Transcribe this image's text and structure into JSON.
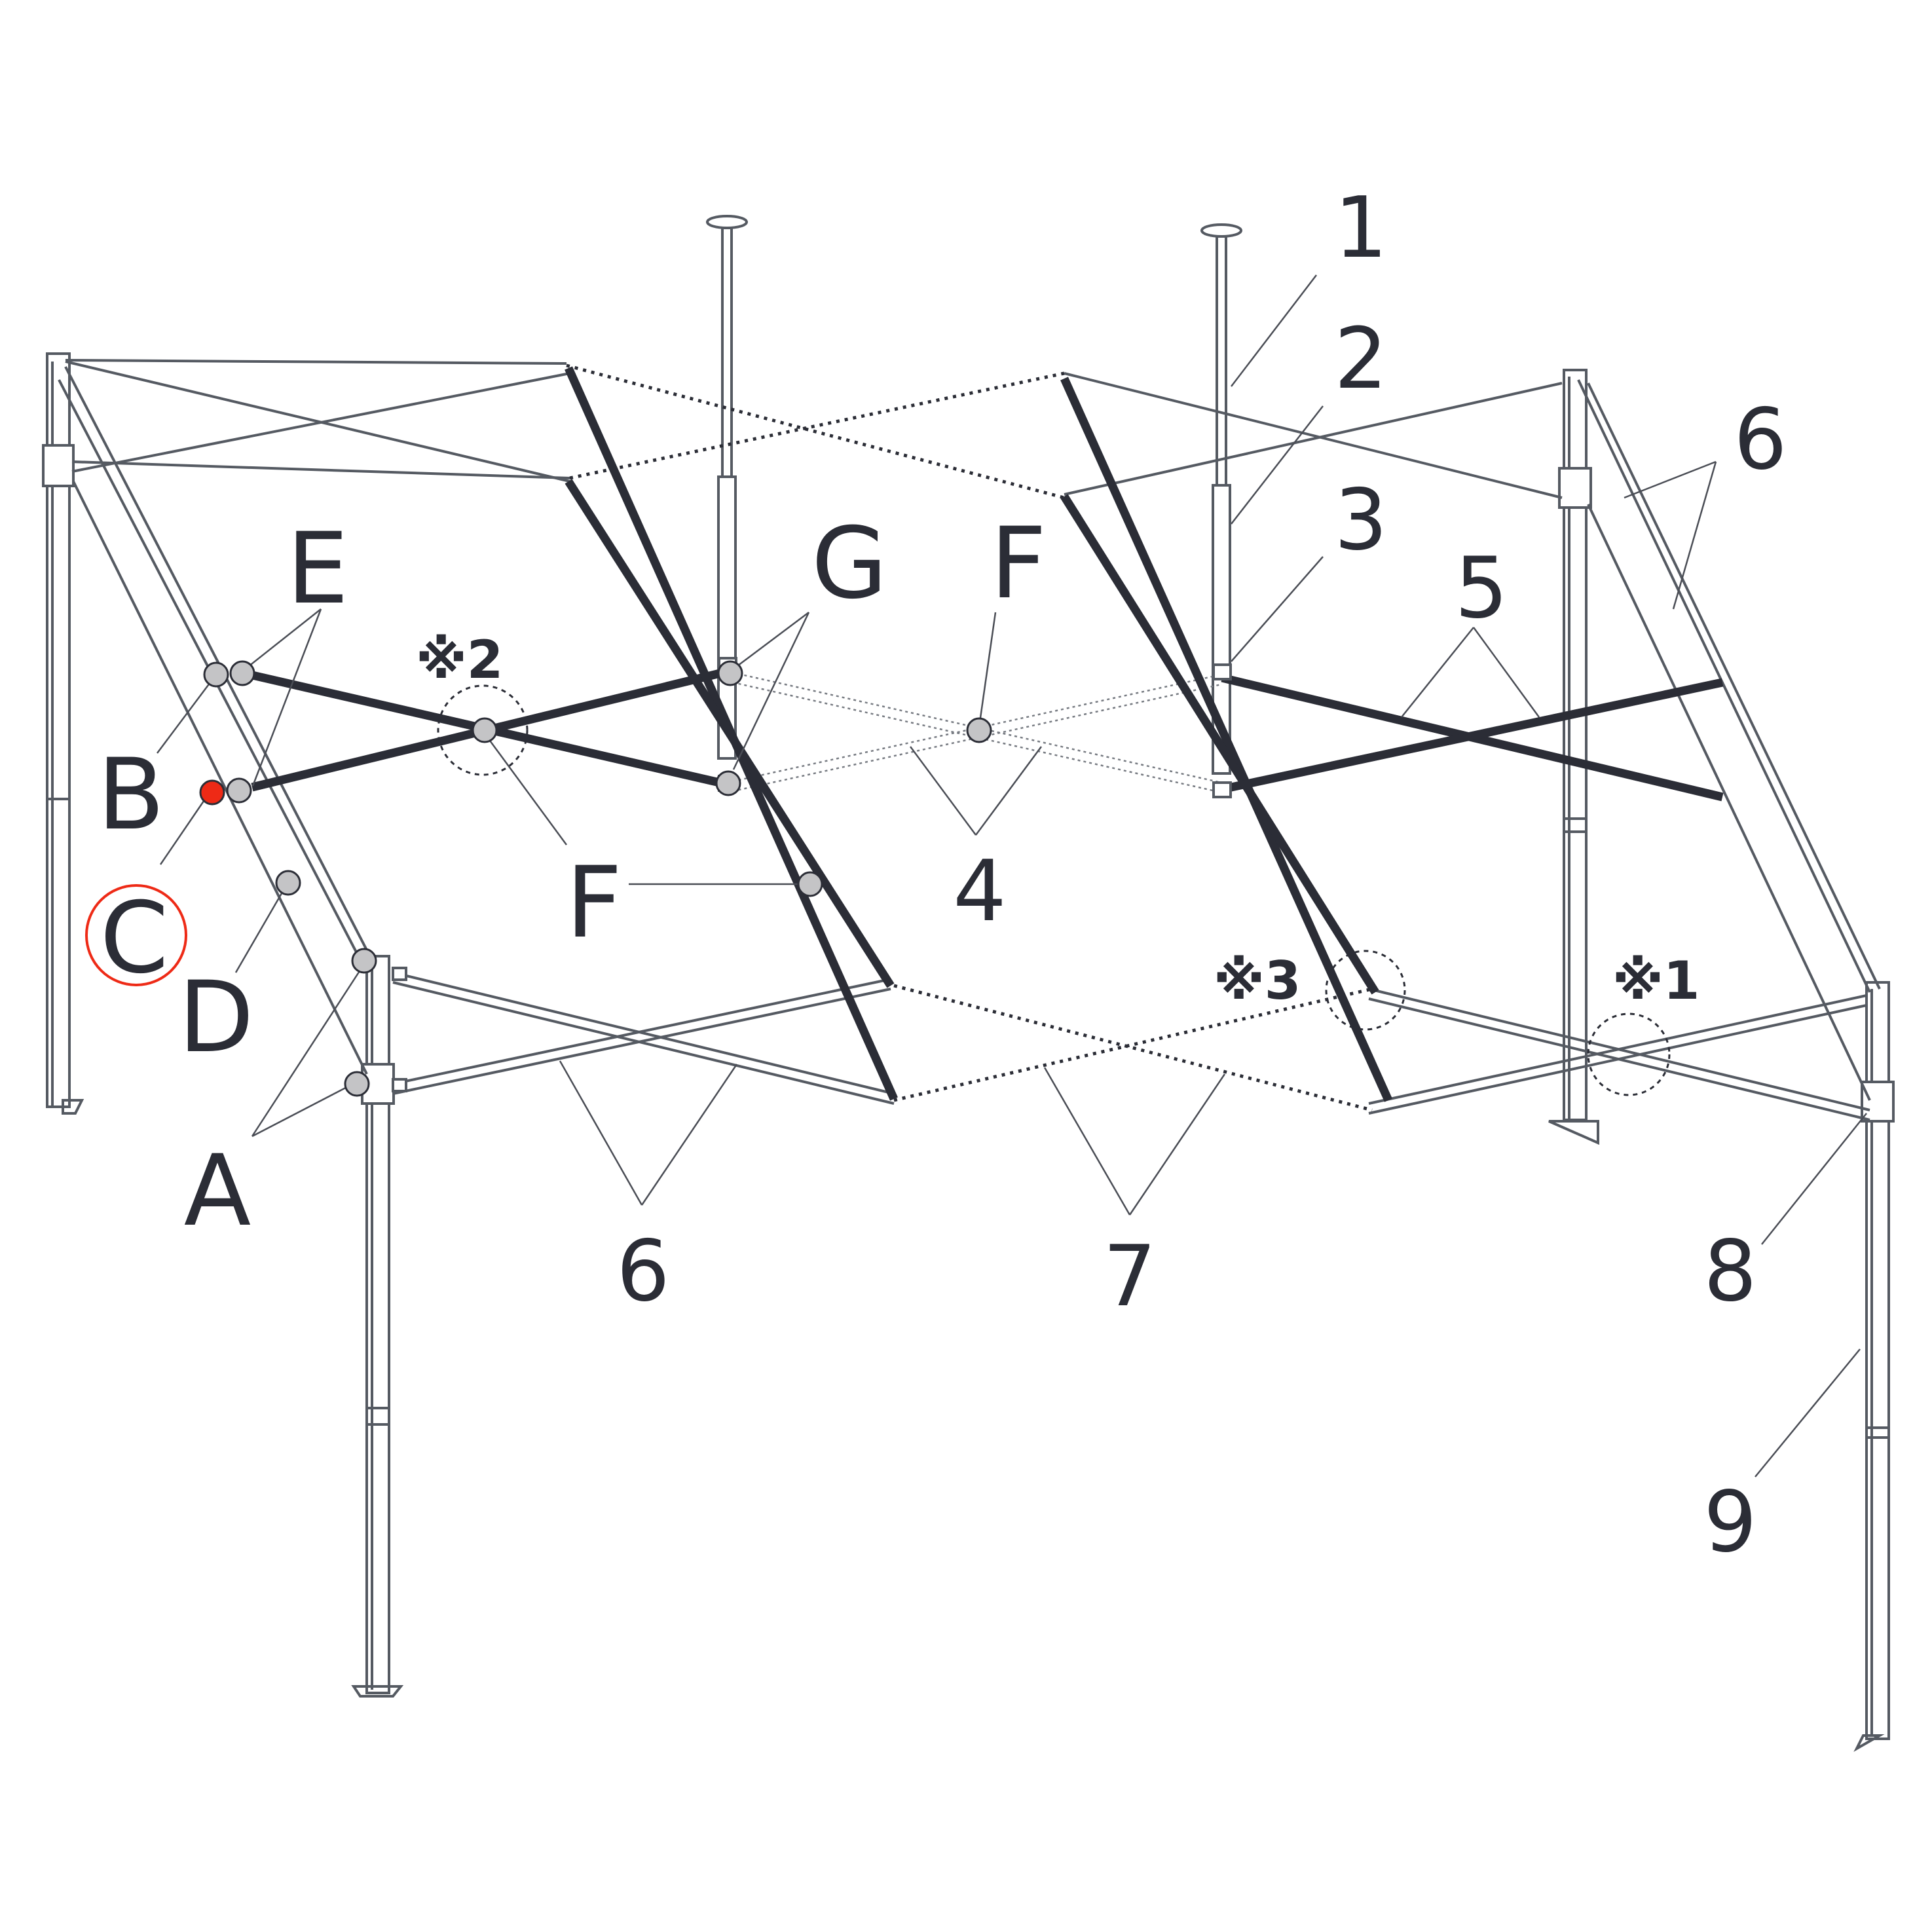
{
  "labels": {
    "A": "A",
    "B": "B",
    "C": "C",
    "D": "D",
    "E": "E",
    "F": "F",
    "G": "G",
    "n1": "1",
    "n2": "2",
    "n3": "3",
    "n4": "4",
    "n5": "5",
    "n6": "6",
    "n7": "7",
    "n8": "8",
    "n9": "9"
  },
  "notes": {
    "note1": "※1",
    "note2": "※2",
    "note3": "※3"
  },
  "colors": {
    "dark_bar": "#2b2d36",
    "joint_gray": "#c4c4c6",
    "highlight_red": "#ee2a16",
    "frame_line": "#555a62"
  }
}
